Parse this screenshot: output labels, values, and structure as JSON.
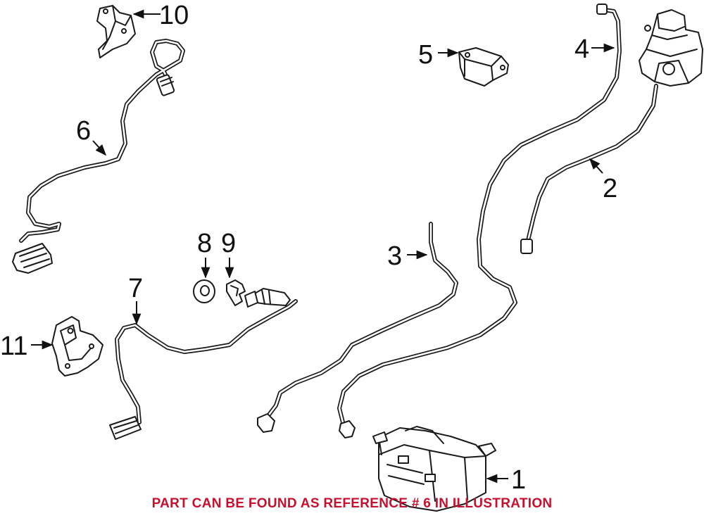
{
  "diagram": {
    "callouts": {
      "c1": "1",
      "c2": "2",
      "c3": "3",
      "c4": "4",
      "c5": "5",
      "c6": "6",
      "c7": "7",
      "c8": "8",
      "c9": "9",
      "c10": "10",
      "c11": "11"
    }
  },
  "footer": {
    "note": "PART CAN BE FOUND AS REFERENCE # 6 IN ILLUSTRATION",
    "note_color": "#c8102e"
  }
}
